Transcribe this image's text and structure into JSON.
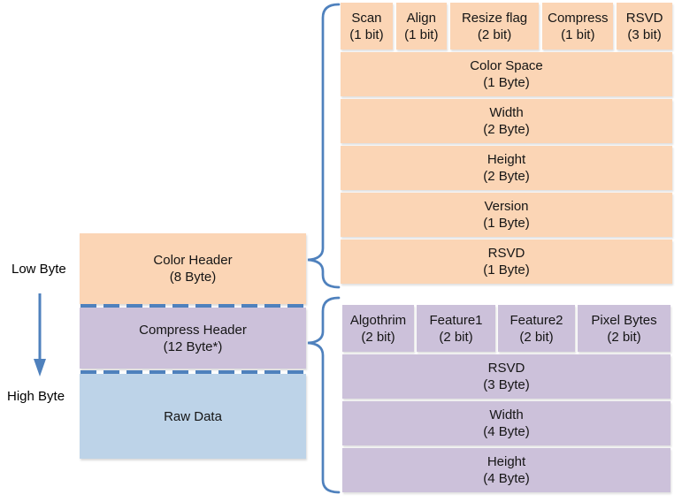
{
  "colors": {
    "header_fill": "#FBD5B5",
    "compress_fill": "#CCC1DA",
    "raw_fill": "#BDD3E8",
    "line_color": "#4F81BD"
  },
  "side_labels": {
    "low": "Low Byte",
    "high": "High Byte"
  },
  "stack": {
    "color_header": {
      "name": "Color Header",
      "size": "(8 Byte)"
    },
    "compress_header": {
      "name": "Compress Header",
      "size": "(12 Byte*)"
    },
    "raw_data": {
      "name": "Raw Data"
    }
  },
  "color_header_table": {
    "bit_fields": [
      {
        "name": "Scan",
        "size": "(1 bit)"
      },
      {
        "name": "Align",
        "size": "(1 bit)"
      },
      {
        "name": "Resize flag",
        "size": "(2 bit)"
      },
      {
        "name": "Compress",
        "size": "(1 bit)"
      },
      {
        "name": "RSVD",
        "size": "(3 bit)"
      }
    ],
    "byte_fields": [
      {
        "name": "Color Space",
        "size": "(1 Byte)"
      },
      {
        "name": "Width",
        "size": "(2 Byte)"
      },
      {
        "name": "Height",
        "size": "(2 Byte)"
      },
      {
        "name": "Version",
        "size": "(1 Byte)"
      },
      {
        "name": "RSVD",
        "size": "(1 Byte)"
      }
    ]
  },
  "compress_header_table": {
    "bit_fields": [
      {
        "name": "Algothrim",
        "size": "(2 bit)"
      },
      {
        "name": "Feature1",
        "size": "(2 bit)"
      },
      {
        "name": "Feature2",
        "size": "(2 bit)"
      },
      {
        "name": "Pixel Bytes",
        "size": "(2 bit)"
      }
    ],
    "byte_fields": [
      {
        "name": "RSVD",
        "size": "(3 Byte)"
      },
      {
        "name": "Width",
        "size": "(4 Byte)"
      },
      {
        "name": "Height",
        "size": "(4 Byte)"
      }
    ]
  }
}
